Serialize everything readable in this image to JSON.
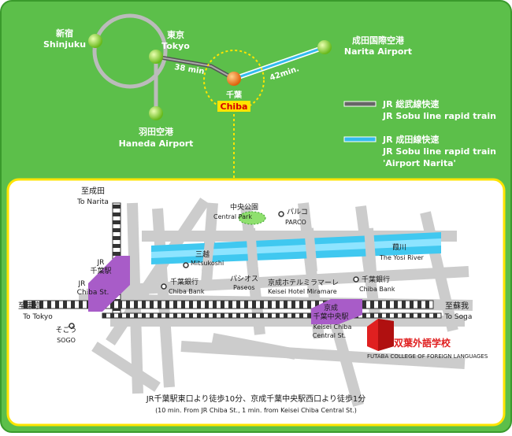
{
  "route": {
    "stations": {
      "shinjuku": {
        "ja": "新宿",
        "en": "Shinjuku"
      },
      "tokyo": {
        "ja": "東京",
        "en": "Tokyo"
      },
      "haneda": {
        "ja": "羽田空港",
        "en": "Haneda Airport"
      },
      "narita": {
        "ja": "成田国際空港",
        "en": "Narita Airport"
      },
      "chiba": {
        "ja": "千葉",
        "en": "Chiba"
      }
    },
    "durations": {
      "tokyo_chiba": "38 min",
      "chiba_narita": "42min."
    },
    "legend": {
      "sobu": {
        "ja": "JR  総武線快速",
        "en": "JR Sobu line rapid train",
        "color": "#666666"
      },
      "narita": {
        "ja": "JR  成田線快速",
        "en1": "JR Sobu line rapid train",
        "en2": "'Airport Narita'",
        "color": "#33bbee"
      }
    }
  },
  "local": {
    "jr_chiba": {
      "ja": "JR\n千葉駅",
      "en": "JR\nChiba St."
    },
    "keisei_chiba": {
      "ja": "京成\n千葉中央駅",
      "en": "Keisei Chiba\nCentral St."
    },
    "to_narita": {
      "ja": "至成田",
      "en": "To Narita"
    },
    "to_tokyo": {
      "ja": "至東京",
      "en": "To Tokyo"
    },
    "to_soga": {
      "ja": "至蘇我",
      "en": "To Soga"
    },
    "landmarks": {
      "central_park": {
        "ja": "中央公園",
        "en": "Central Park"
      },
      "parco": {
        "ja": "パルコ",
        "en": "PARCO"
      },
      "river": {
        "ja": "葭川",
        "en": "The Yosi River"
      },
      "mitsukoshi": {
        "ja": "三越",
        "en": "Mitsukoshi"
      },
      "paseos": {
        "ja": "パシオス",
        "en": "Paseos"
      },
      "chiba_bank_left": {
        "ja": "千葉銀行",
        "en": "Chiba Bank"
      },
      "hotel": {
        "ja": "京成ホテルミラマーレ",
        "en": "Keisei Hotel Miramare"
      },
      "chiba_bank_right": {
        "ja": "千葉銀行",
        "en": "Chiba Bank"
      },
      "sogo": {
        "ja": "そごう",
        "en": "SOGO"
      }
    },
    "school": {
      "ja": "双葉外語学校",
      "en": "FUTABA COLLEGE OF FOREIGN LANGUAGES"
    },
    "access": {
      "ja": "JR千葉駅東口より徒歩10分、京成千葉中央駅西口より徒歩1分",
      "en": "(10 min. From JR Chiba St., 1 min. from Keisei Chiba Central St.)"
    }
  },
  "colors": {
    "bg_green": "#5cbf4a",
    "station_ball": "#9be03a",
    "chiba_ball": "#f07c18",
    "chiba_label_bg": "#ffe400",
    "chiba_label_text": "#d60000",
    "river": "#40c8f0",
    "station_box": "#a85cc8",
    "school": "#e02020"
  }
}
